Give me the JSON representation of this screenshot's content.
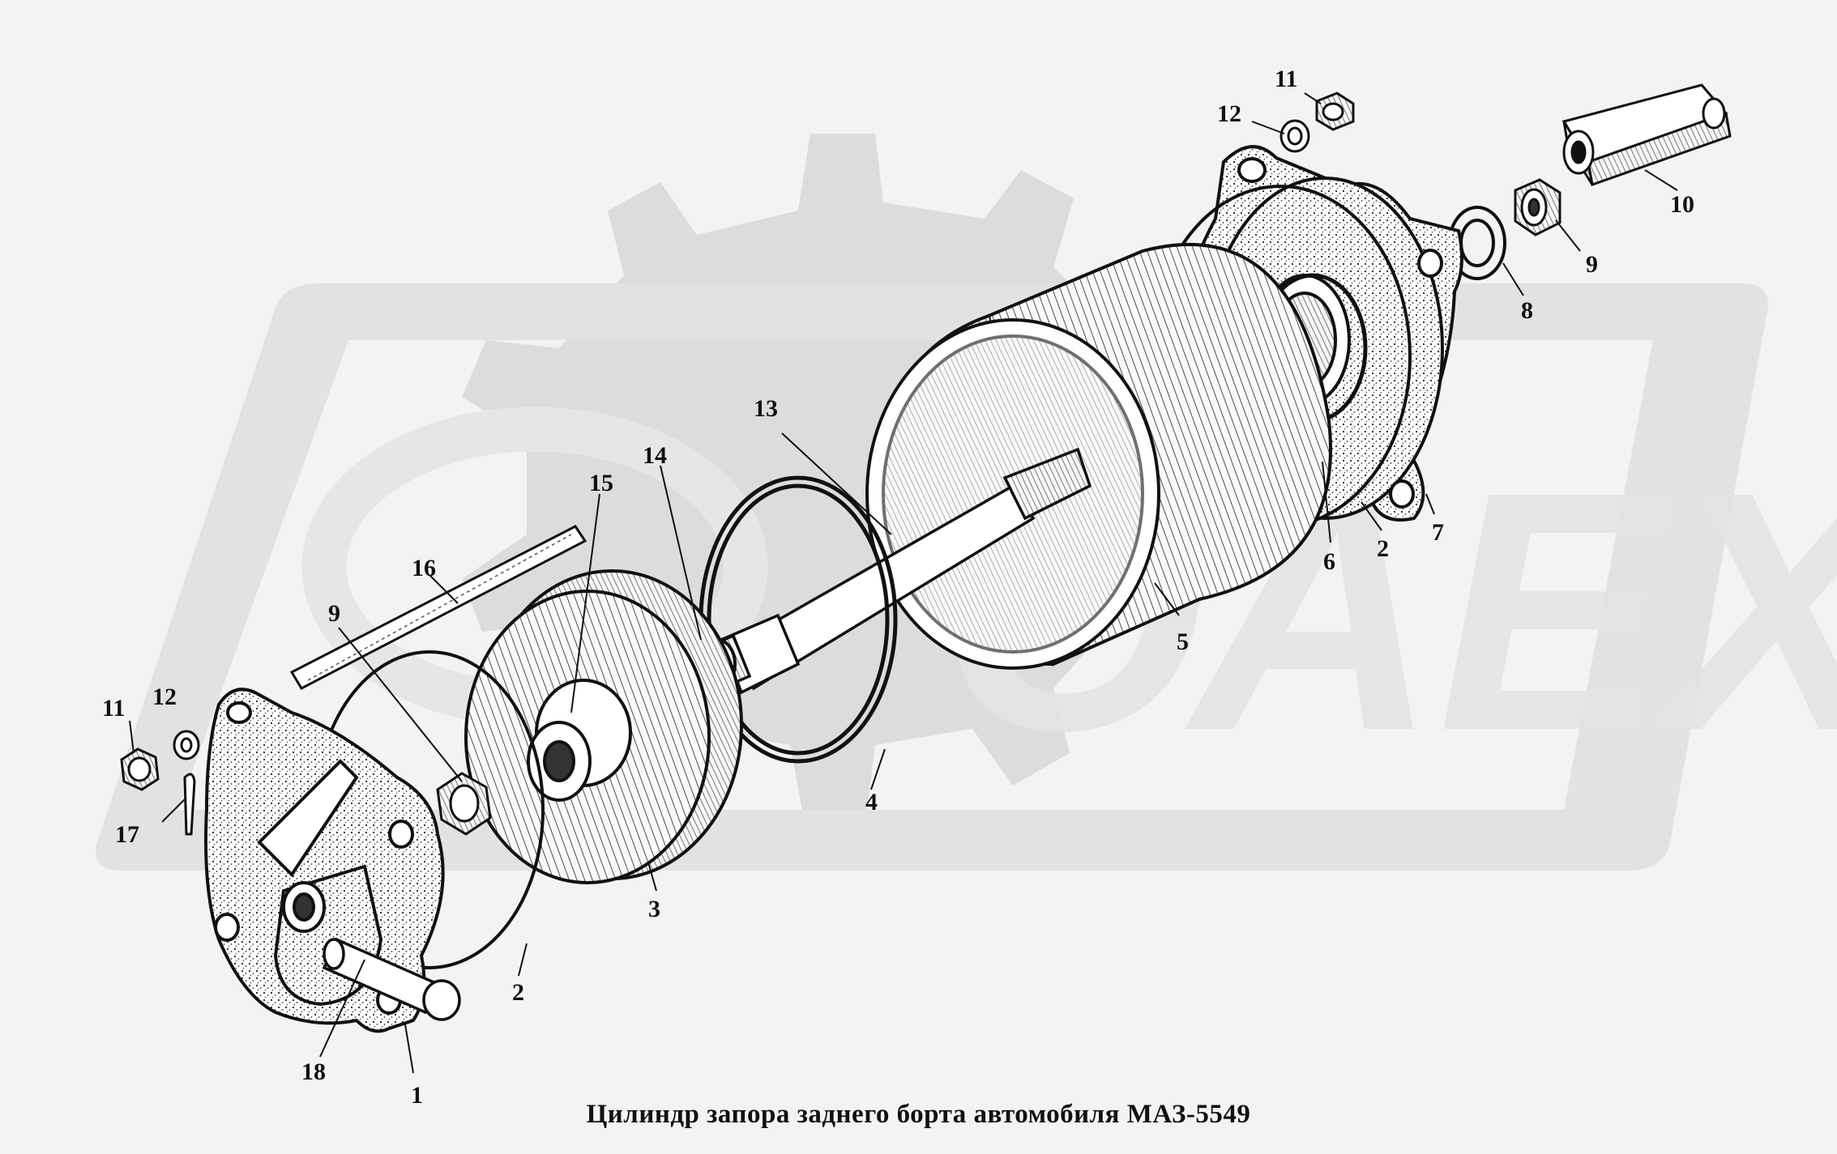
{
  "caption": "Цилиндр запора заднего борта автомобиля МАЗ-5549",
  "watermark": {
    "text": "ОАЕХ",
    "color": "#dcdcda"
  },
  "callouts": [
    {
      "id": "label-11-right",
      "text": "11"
    },
    {
      "id": "label-12-right",
      "text": "12"
    },
    {
      "id": "label-10",
      "text": "10"
    },
    {
      "id": "label-9-right",
      "text": "9"
    },
    {
      "id": "label-8",
      "text": "8"
    },
    {
      "id": "label-7",
      "text": "7"
    },
    {
      "id": "label-2-right",
      "text": "2"
    },
    {
      "id": "label-6",
      "text": "6"
    },
    {
      "id": "label-5",
      "text": "5"
    },
    {
      "id": "label-13",
      "text": "13"
    },
    {
      "id": "label-14",
      "text": "14"
    },
    {
      "id": "label-15",
      "text": "15"
    },
    {
      "id": "label-16",
      "text": "16"
    },
    {
      "id": "label-9-left",
      "text": "9"
    },
    {
      "id": "label-4",
      "text": "4"
    },
    {
      "id": "label-3",
      "text": "3"
    },
    {
      "id": "label-2-left",
      "text": "2"
    },
    {
      "id": "label-11-left",
      "text": "11"
    },
    {
      "id": "label-12-left",
      "text": "12"
    },
    {
      "id": "label-17",
      "text": "17"
    },
    {
      "id": "label-18",
      "text": "18"
    },
    {
      "id": "label-1",
      "text": "1"
    }
  ]
}
